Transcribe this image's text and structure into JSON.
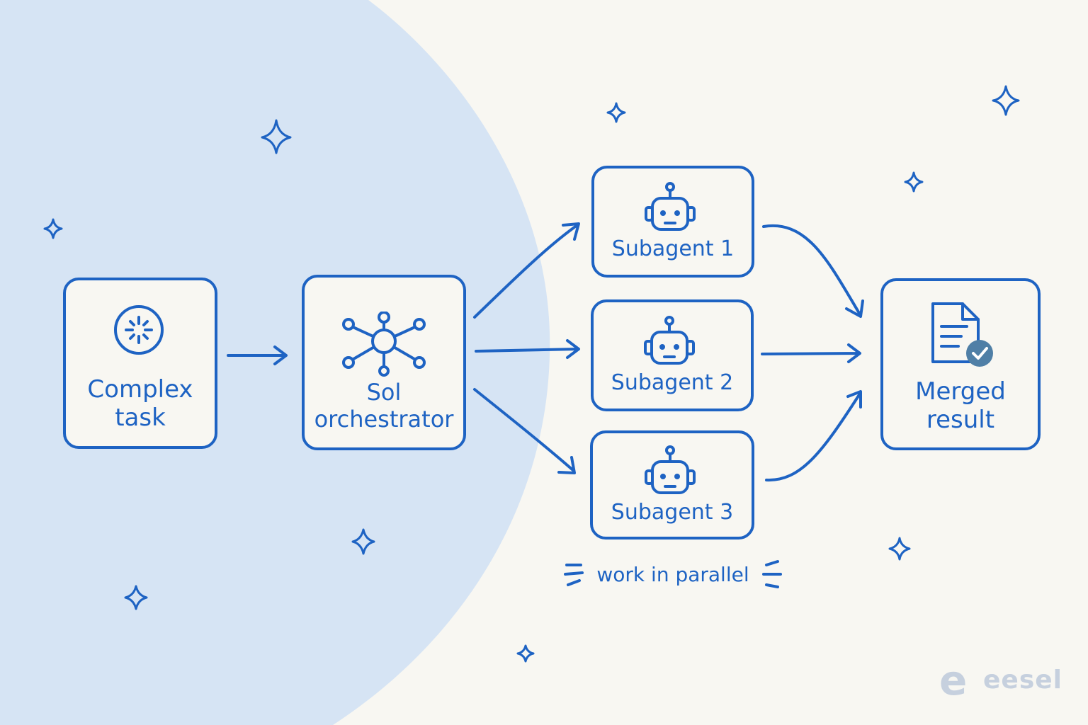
{
  "colors": {
    "stroke": "#1e63c3",
    "background": "#f8f7f2",
    "blob": "#d6e4f4",
    "check": "#4f7fa6",
    "logo": "#c6d0de"
  },
  "nodes": {
    "complex_task": {
      "label": "Complex\ntask",
      "icon": "sparkle-circle-icon"
    },
    "orchestrator": {
      "label": "Sol\norchestrator",
      "icon": "hub-network-icon"
    },
    "subagent_1": {
      "label": "Subagent 1",
      "icon": "robot-icon"
    },
    "subagent_2": {
      "label": "Subagent 2",
      "icon": "robot-icon"
    },
    "subagent_3": {
      "label": "Subagent 3",
      "icon": "robot-icon"
    },
    "merged_result": {
      "label": "Merged\nresult",
      "icon": "document-check-icon"
    }
  },
  "caption": "work in parallel",
  "logo": {
    "mark": "e",
    "text": "eesel"
  }
}
